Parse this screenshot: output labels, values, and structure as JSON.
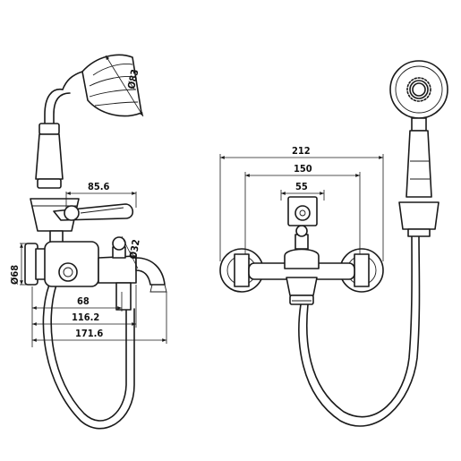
{
  "dimensions": {
    "d83": "Ø83",
    "w85_6": "85.6",
    "d32": "Ø32",
    "d68": "Ø68",
    "w68": "68",
    "w116_2": "116.2",
    "w171_6": "171.6",
    "w212": "212",
    "w150": "150",
    "w55": "55"
  },
  "colors": {
    "line": "#1a1a1a",
    "background": "#ffffff"
  }
}
